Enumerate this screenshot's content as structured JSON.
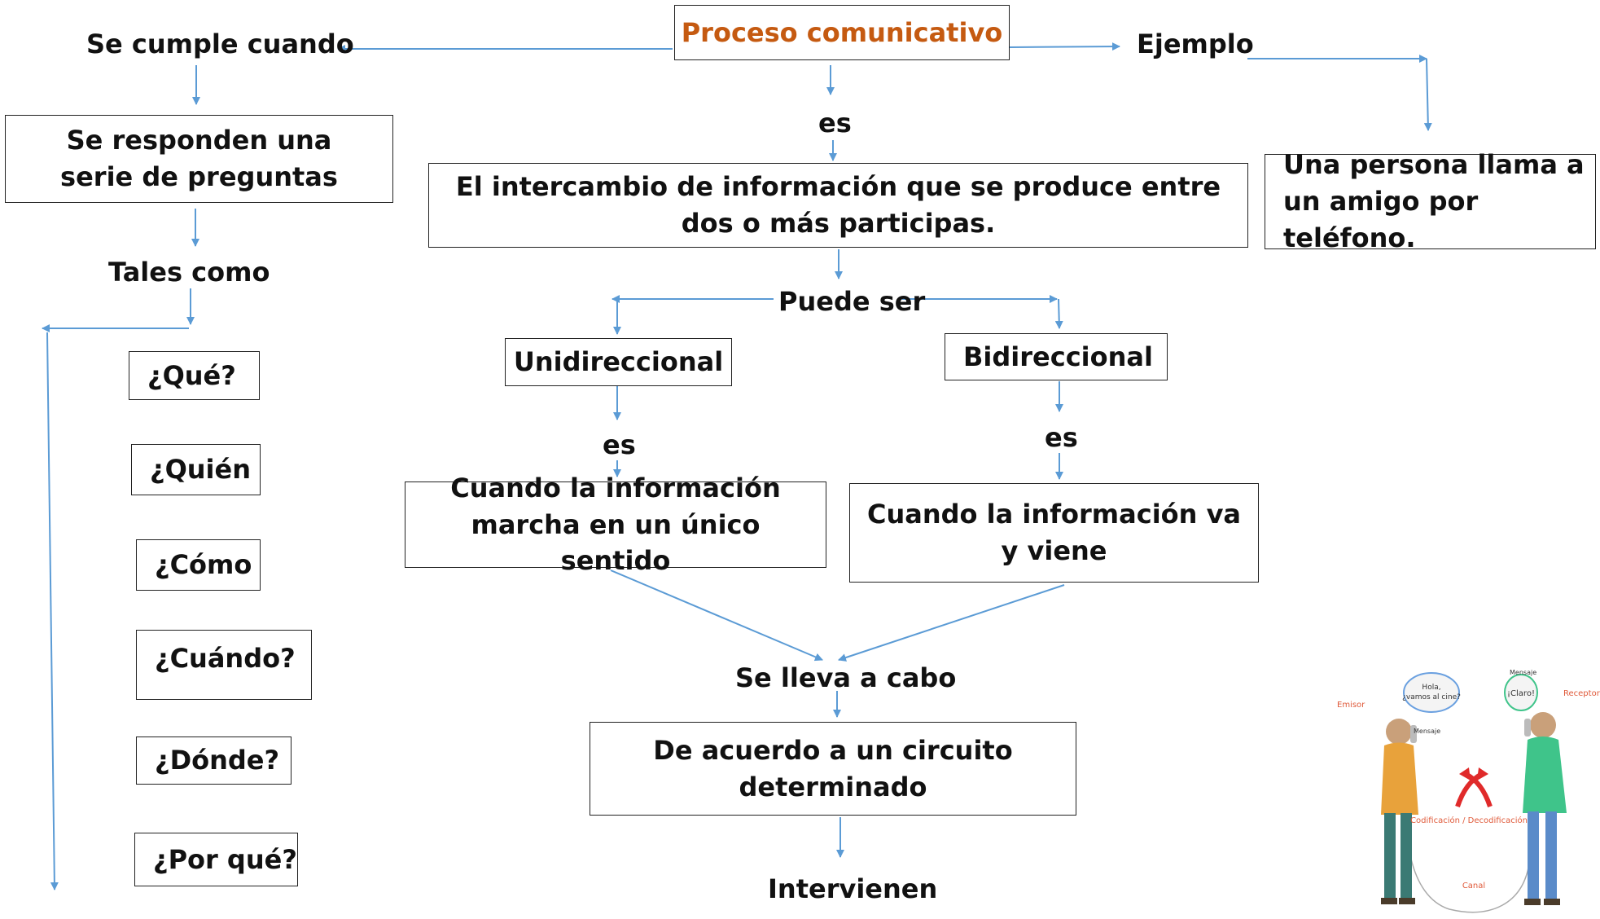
{
  "diagram": {
    "title": "Proceso comunicativo",
    "left_branch": {
      "connector": "Se cumple cuando",
      "box": "Se responden una serie de preguntas",
      "connector2": "Tales como",
      "questions": [
        "¿Qué?",
        "¿Quién",
        "¿Cómo",
        "¿Cuándo?",
        "¿Dónde?",
        "¿Por qué?"
      ]
    },
    "center": {
      "connector_es": "es",
      "definition": "El intercambio de información que se produce entre dos o más participas.",
      "connector_puede": "Puede ser",
      "uni": {
        "label": "Unidireccional",
        "connector": "es",
        "description": "Cuando la información marcha en un único sentido"
      },
      "bi": {
        "label": "Bidireccional",
        "connector": "es",
        "description": "Cuando la información va y viene"
      },
      "connector_llevar": "Se lleva a cabo",
      "circuit": "De acuerdo a un circuito determinado",
      "connector_intervienen": "Intervienen"
    },
    "right_branch": {
      "connector": "Ejemplo",
      "box": "Una persona llama a un amigo por teléfono."
    },
    "illustration": {
      "emisor": "Emisor",
      "receptor": "Receptor",
      "mensaje_left": "Mensaje",
      "mensaje_right": "Mensaje",
      "bubble_left": "Hola, ¿vamos al cine?",
      "bubble_right": "¡Claro!",
      "codificacion": "Codificación / Decodificación",
      "canal": "Canal"
    }
  },
  "colors": {
    "arrow": "#5b9bd5",
    "title": "#c55a11",
    "border": "#222222"
  }
}
